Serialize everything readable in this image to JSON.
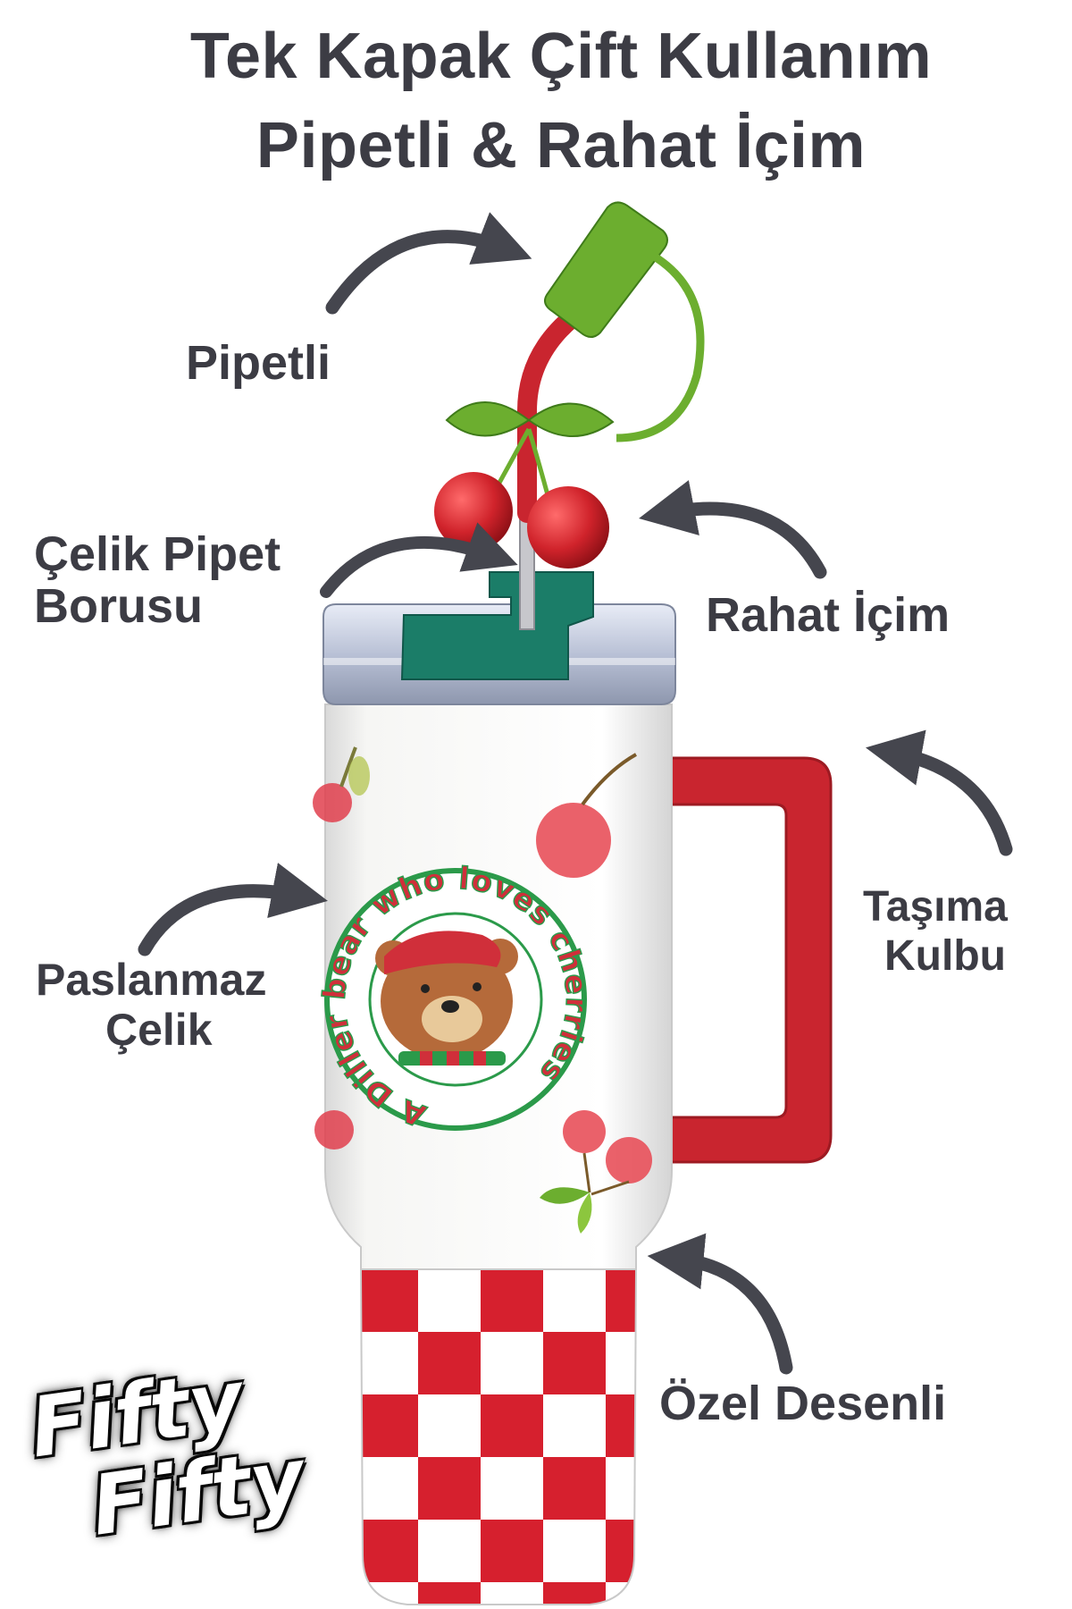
{
  "headline": {
    "line1": "Tek Kapak Çift Kullanım",
    "line2": "Pipetli & Rahat İçim"
  },
  "callouts": {
    "straw": "Pipetli",
    "steel_tube_line1": "Çelik Pipet",
    "steel_tube_line2": "Borusu",
    "comfort_drink": "Rahat İçim",
    "handle_line1": "Taşıma",
    "handle_line2": "Kulbu",
    "stainless_line1": "Paslanmaz",
    "stainless_line2": "Çelik",
    "pattern": "Özel Desenli"
  },
  "product_print": {
    "badge_text": "A Diller bear who loves cherries"
  },
  "logo": {
    "line1": "Fifty",
    "line2": "Fifty"
  },
  "colors": {
    "text": "#3c3c44",
    "arrow": "#45464e",
    "cherry_red": "#c8252e",
    "leaf_green": "#6cae2f",
    "lid_teal": "#1b7d68",
    "accent_blue": "#2aa4e8"
  },
  "icons": [
    "curved-arrow-icon",
    "cherry-icon",
    "leaf-icon",
    "bear-icon"
  ]
}
